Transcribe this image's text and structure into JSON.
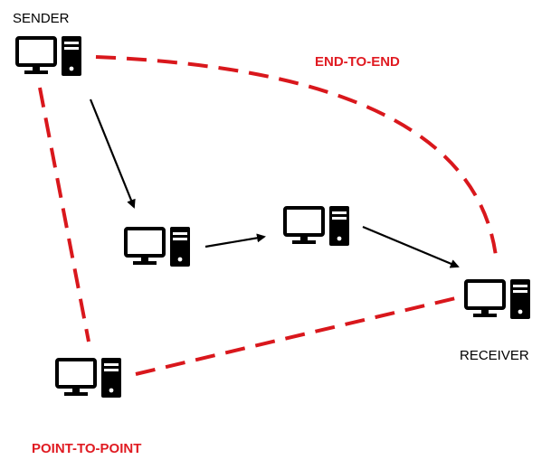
{
  "labels": {
    "sender": "SENDER",
    "receiver": "RECEIVER",
    "end_to_end": "END-TO-END",
    "point_to_point": "POINT-TO-POINT"
  },
  "nodes": [
    {
      "id": "sender",
      "icon": "computer-icon"
    },
    {
      "id": "hop-1",
      "icon": "computer-icon"
    },
    {
      "id": "hop-2",
      "icon": "computer-icon"
    },
    {
      "id": "receiver",
      "icon": "computer-icon"
    },
    {
      "id": "bottom-node",
      "icon": "computer-icon"
    }
  ],
  "colors": {
    "icon": "#000000",
    "arrow": "#000000",
    "dashed_link": "#d9171c",
    "red_label": "#e01b22"
  }
}
